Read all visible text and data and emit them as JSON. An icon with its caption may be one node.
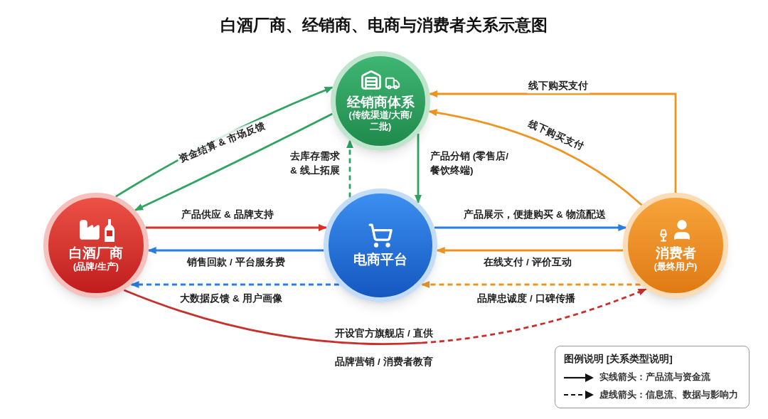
{
  "diagram": {
    "title": "白酒厂商、经销商、电商与消费者关系示意图",
    "nodes": [
      {
        "text": [
          "白酒厂商",
          "(品牌/生产)"
        ]
      },
      {
        "text": [
          "经销商体系",
          "(传统渠道/大商/二批)"
        ]
      },
      {
        "text": [
          "电商平台"
        ]
      },
      {
        "text": [
          "消费者",
          "(最终用户)"
        ]
      }
    ],
    "edges": [
      {
        "from": 0,
        "to": 1,
        "arrow": "to",
        "label": "资金结算 & 市场反馈",
        "color": "#2fa35f"
      },
      {
        "from": 1,
        "to": 0,
        "arrow": "to",
        "color": "#2fa35f"
      },
      {
        "from": 2,
        "to": 1,
        "arrow": "to",
        "label": "去库存需求 & 线上拓展",
        "style": "dashed",
        "color": "#2fa35f"
      },
      {
        "from": 1,
        "to": 2,
        "arrow": "to",
        "label": "产品分销 (零售店/餐饮终端)",
        "color": "#2fa35f"
      },
      {
        "from": 0,
        "to": 2,
        "arrow": "to",
        "label": "产品供应 & 品牌支持",
        "color": "#d8312c"
      },
      {
        "from": 2,
        "to": 0,
        "arrow": "to",
        "label": "销售回款 / 平台服务费",
        "color": "#2a7de1"
      },
      {
        "from": 2,
        "to": 0,
        "arrow": "to",
        "label": "大数据反馈 & 用户画像",
        "style": "dashed",
        "color": "#2a7de1"
      },
      {
        "from": 2,
        "to": 3,
        "arrow": "to",
        "label": "产品展示，便捷购买 & 物流配送",
        "color": "#2a7de1"
      },
      {
        "from": 3,
        "to": 2,
        "arrow": "to",
        "label": "在线支付 / 评价互动",
        "color": "#f0931f"
      },
      {
        "from": 3,
        "to": 2,
        "arrow": "to",
        "label": "品牌忠诚度 / 口碑传播",
        "style": "dashed",
        "color": "#f0931f"
      },
      {
        "from": 0,
        "to": 3,
        "arrow": "to",
        "label": "开设官方旗舰店 / 直供",
        "style": "dashed",
        "color": "#c8302c"
      },
      {
        "from": 3,
        "to": 1,
        "arrow": "to",
        "label": "线下购买支付",
        "color": "#f0931f"
      },
      {
        "from": 3,
        "to": 1,
        "arrow": "to",
        "label": "线下购买支付",
        "color": "#f0931f"
      }
    ],
    "labels": [
      "品牌营销 / 消费者教育",
      "图例说明 [关系类型说明]"
    ],
    "legend": [
      {
        "text": "实线箭头：产品流与资金流"
      },
      {
        "text": "虚线箭头：信息流、数据与影响力"
      }
    ]
  }
}
